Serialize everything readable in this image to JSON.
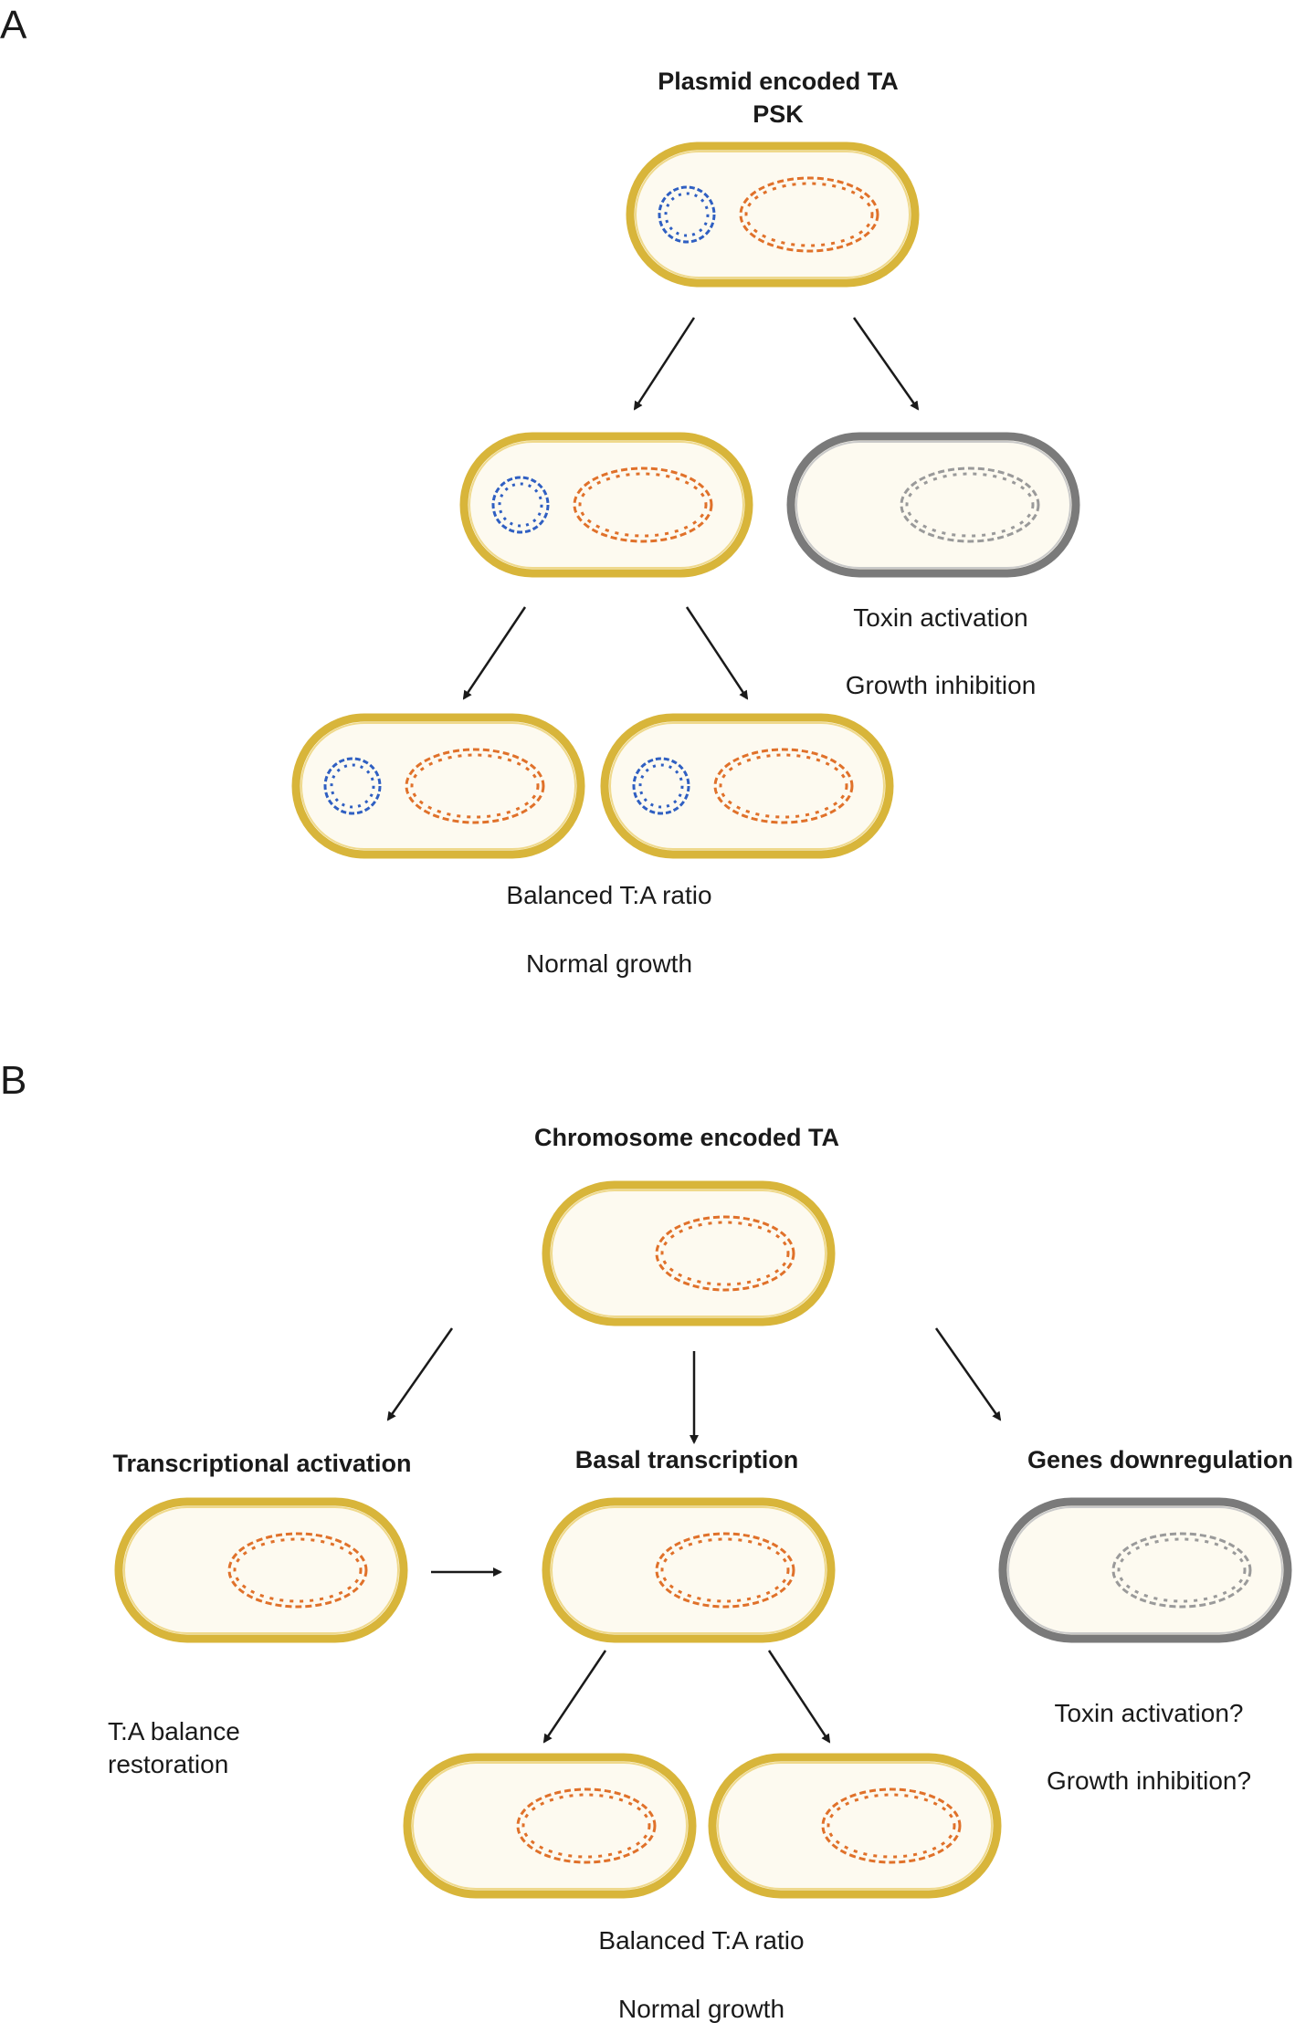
{
  "colors": {
    "live_membrane": "#d8b53a",
    "live_membrane_inner": "#efd98c",
    "dead_membrane": "#7a7a7a",
    "dead_membrane_inner": "#c9c9c9",
    "cytoplasm": "#fdfaf0",
    "chromosome": "#e0712a",
    "plasmid": "#2f5fc2",
    "degraded_dna": "#9a9a9a",
    "arrow": "#1a1a1a"
  },
  "panel_a": {
    "letter": "A",
    "title_line1": "Plasmid encoded TA",
    "title_line2": "PSK",
    "dead_label1": "Toxin activation",
    "dead_label2": "Growth inhibition",
    "bottom_label1": "Balanced T:A ratio",
    "bottom_label2": "Normal growth"
  },
  "panel_b": {
    "letter": "B",
    "title": "Chromosome encoded TA",
    "left_heading": "Transcriptional activation",
    "center_heading": "Basal transcription",
    "right_heading": "Genes downregulation",
    "left_label1": "T:A balance",
    "left_label2": "restoration",
    "right_label1": "Toxin activation?",
    "right_label2": "Growth inhibition?",
    "bottom_label1": "Balanced T:A ratio",
    "bottom_label2": "Normal growth"
  }
}
